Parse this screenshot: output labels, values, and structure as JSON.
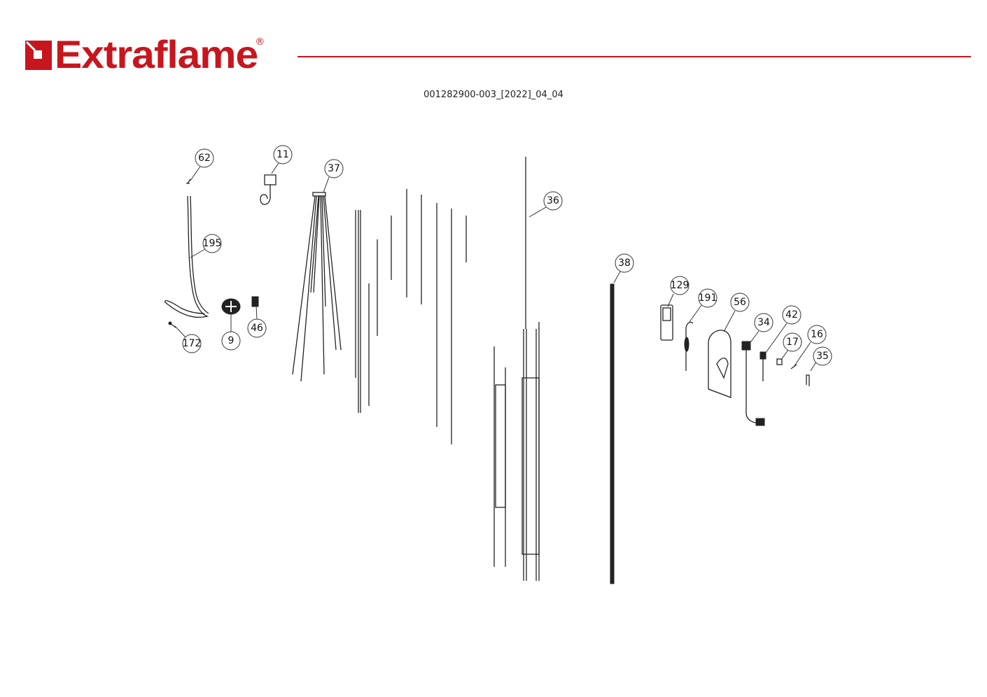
{
  "header": {
    "brand": "Extraflame",
    "registered_mark": "®",
    "document_code": "001282900-003_[2022]_04_04",
    "brand_color": "#c8161e"
  },
  "callouts": [
    "62",
    "11",
    "37",
    "195",
    "172",
    "9",
    "46",
    "36",
    "38",
    "129",
    "191",
    "56",
    "34",
    "42",
    "17",
    "16",
    "35"
  ]
}
